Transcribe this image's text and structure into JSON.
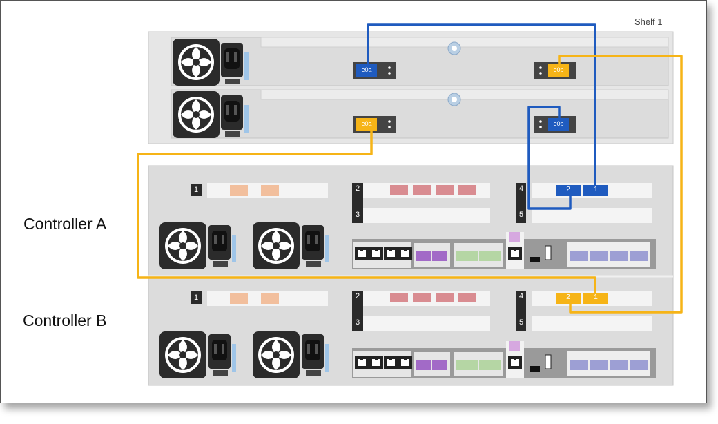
{
  "shelf": {
    "label": "Shelf 1"
  },
  "shelf_ports": {
    "top_left": "e0a",
    "top_right": "e0b",
    "bottom_left": "e0a",
    "bottom_right": "e0b"
  },
  "controllers": [
    {
      "name": "Controller A",
      "slots": [
        "1",
        "2",
        "3",
        "4",
        "5"
      ],
      "ports": [
        "2",
        "1"
      ]
    },
    {
      "name": "Controller B",
      "slots": [
        "1",
        "2",
        "3",
        "4",
        "5"
      ],
      "ports": [
        "2",
        "1"
      ]
    }
  ],
  "colors": {
    "blue_cable": "#1f5bbf",
    "yellow_cable": "#f6b417",
    "chassis": "#dcdcdc",
    "pink_port": "#d98c91",
    "purple_port": "#a26ac7",
    "green_port": "#b5d6a4",
    "lavender_port": "#9d9fd4",
    "peach_port": "#f2bf9d"
  }
}
